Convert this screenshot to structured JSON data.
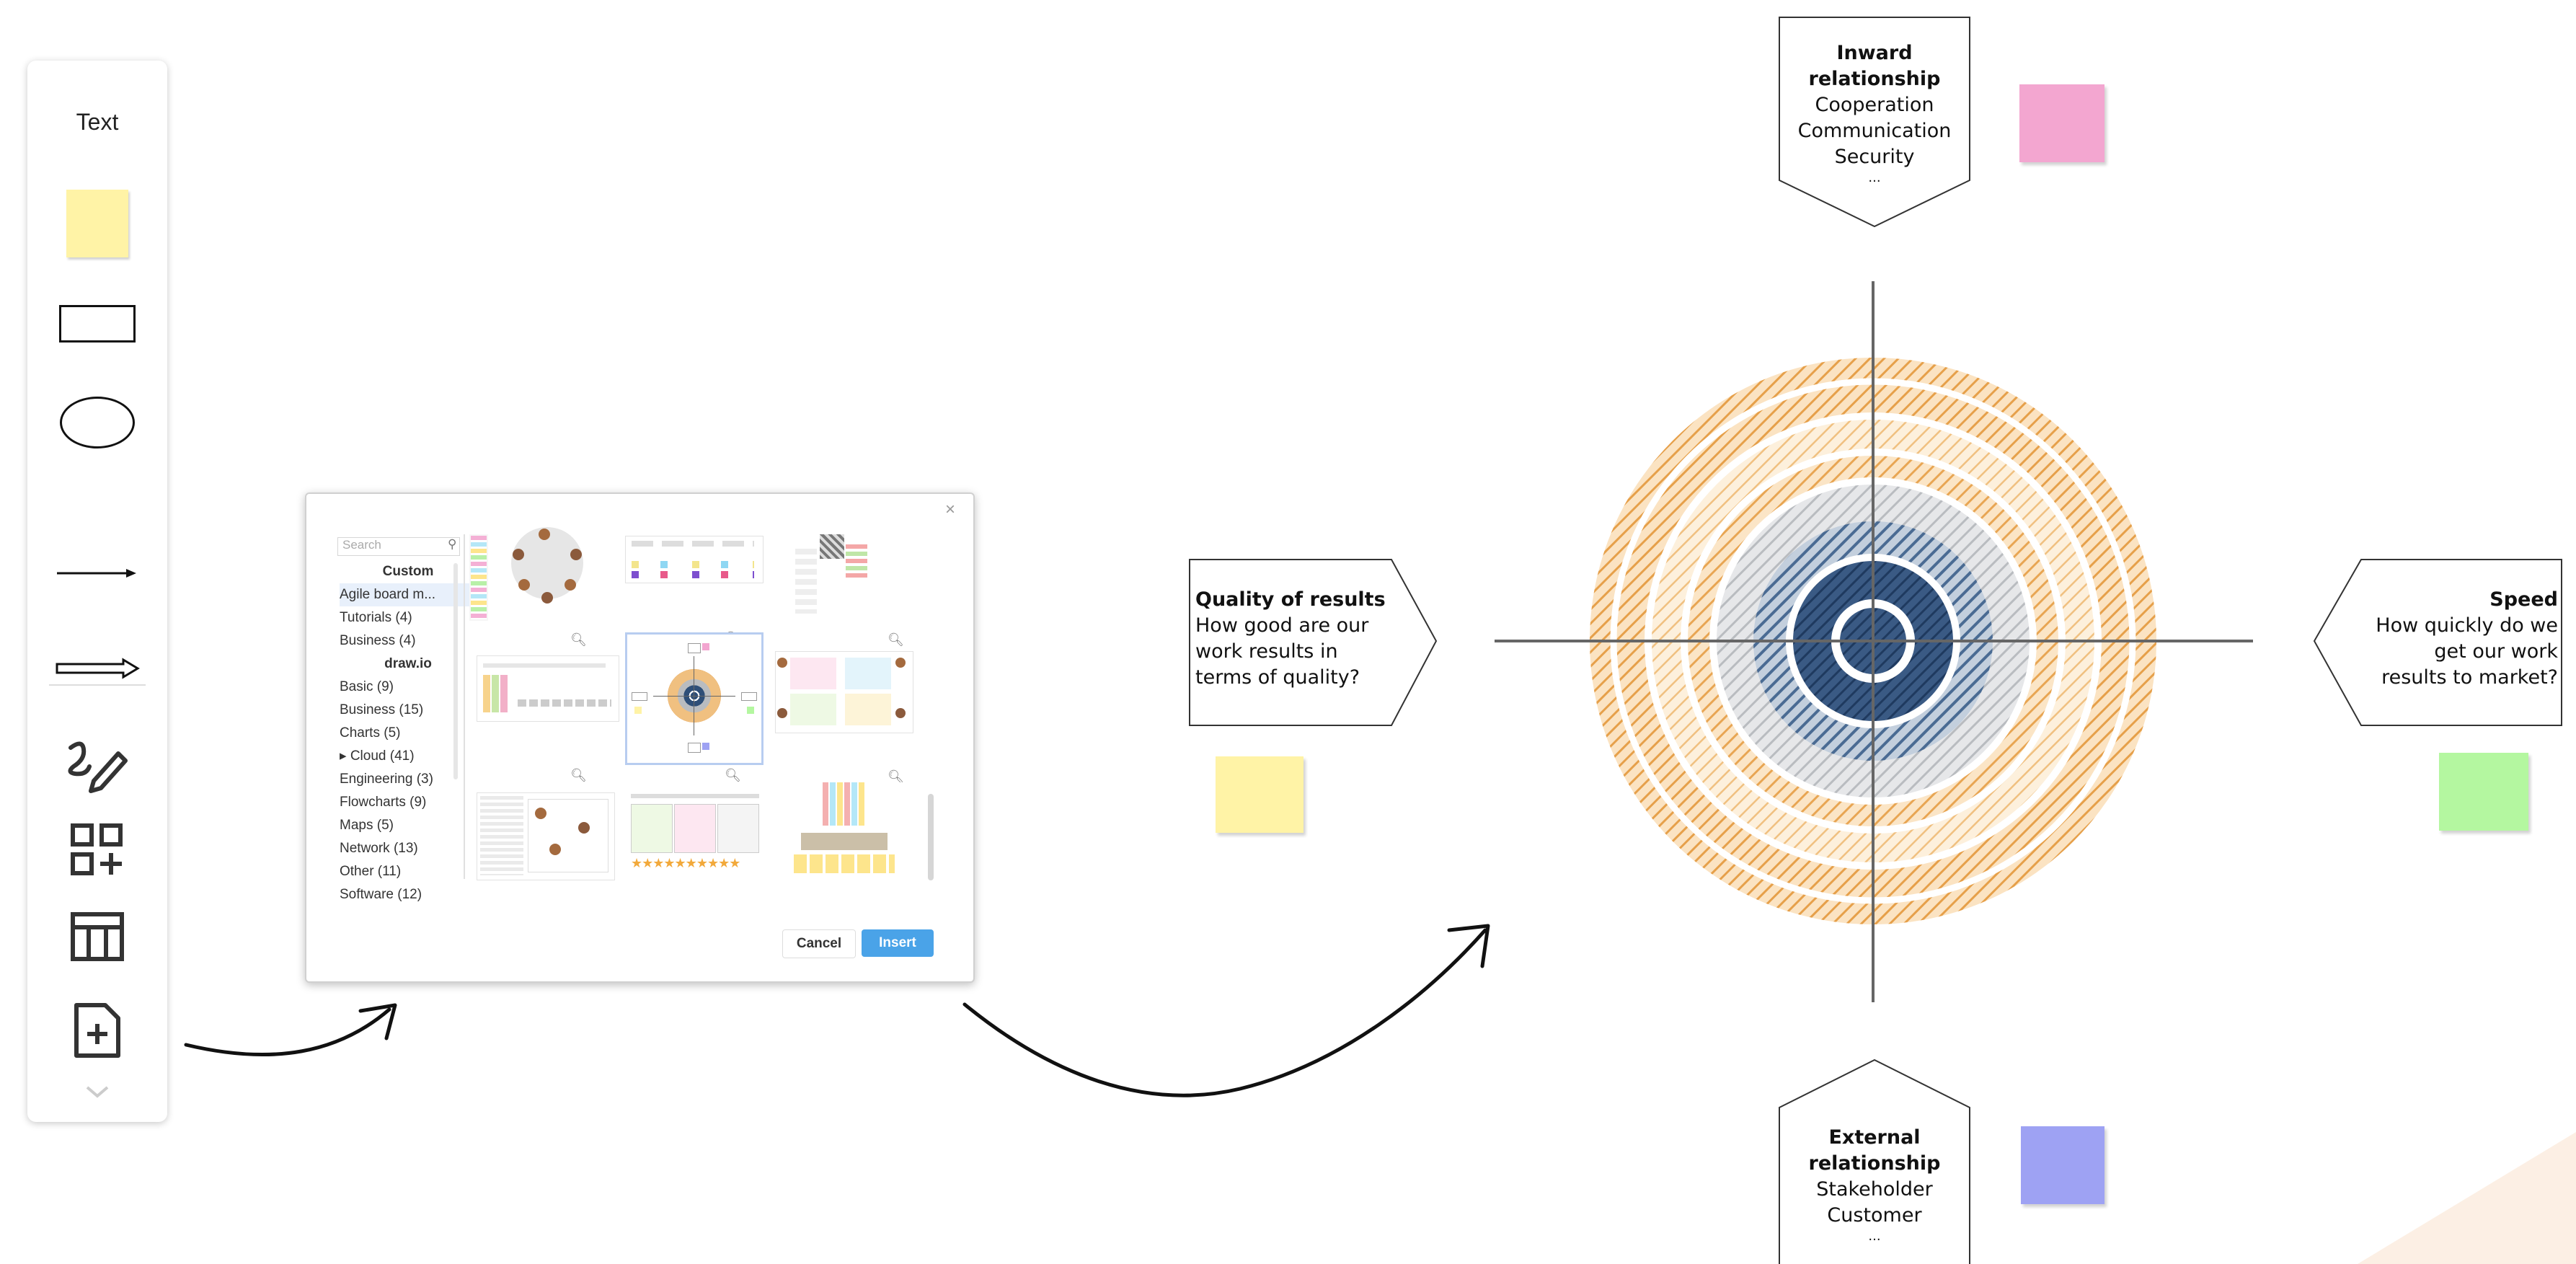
{
  "toolbar": {
    "text_tool_label": "Text",
    "items": [
      "text-tool",
      "sticky-note-tool",
      "rectangle-tool",
      "ellipse-tool",
      "line-tool",
      "arrow-tool",
      "freehand-tool",
      "shapes-tool",
      "table-tool",
      "new-page-tool",
      "more-chevron"
    ]
  },
  "dialog": {
    "close_glyph": "×",
    "search_placeholder": "Search",
    "categories": [
      {
        "label": "Custom",
        "type": "header"
      },
      {
        "label": "Agile board m...",
        "type": "selected"
      },
      {
        "label": "Tutorials (4)",
        "type": "item"
      },
      {
        "label": "Business (4)",
        "type": "item"
      },
      {
        "label": "draw.io",
        "type": "header"
      },
      {
        "label": "Basic (9)",
        "type": "item"
      },
      {
        "label": "Business (15)",
        "type": "item"
      },
      {
        "label": "Charts (5)",
        "type": "item"
      },
      {
        "label": "▸ Cloud (41)",
        "type": "item"
      },
      {
        "label": "Engineering (3)",
        "type": "item"
      },
      {
        "label": "Flowcharts (9)",
        "type": "item"
      },
      {
        "label": "Maps (5)",
        "type": "item"
      },
      {
        "label": "Network (13)",
        "type": "item"
      },
      {
        "label": "Other (11)",
        "type": "item"
      },
      {
        "label": "Software (12)",
        "type": "item"
      }
    ],
    "cancel_label": "Cancel",
    "insert_label": "Insert"
  },
  "board": {
    "top": {
      "title_line1": "Inward",
      "title_line2": "relationship",
      "items": [
        "Cooperation",
        "Communication",
        "Security",
        "..."
      ]
    },
    "left": {
      "title": "Quality of results",
      "lines": [
        "How good are our",
        "work results in",
        "terms of quality?"
      ]
    },
    "right": {
      "title": "Speed",
      "lines": [
        "How quickly do we",
        "get our work",
        "results to market?"
      ]
    },
    "bottom": {
      "title_line1": "External",
      "title_line2": "relationship",
      "items": [
        "Stakeholder",
        "Customer",
        "..."
      ]
    }
  },
  "colors": {
    "sticky_yellow": "#fff3a6",
    "sticky_pink": "#f3a6d0",
    "sticky_green": "#b4f7a0",
    "sticky_violet": "#9ea2f3",
    "ring_orange": "#e6a04a",
    "ring_grey": "#b9bcc0",
    "ring_navy": "#2f4f78",
    "accent_blue": "#4aa3e8"
  }
}
